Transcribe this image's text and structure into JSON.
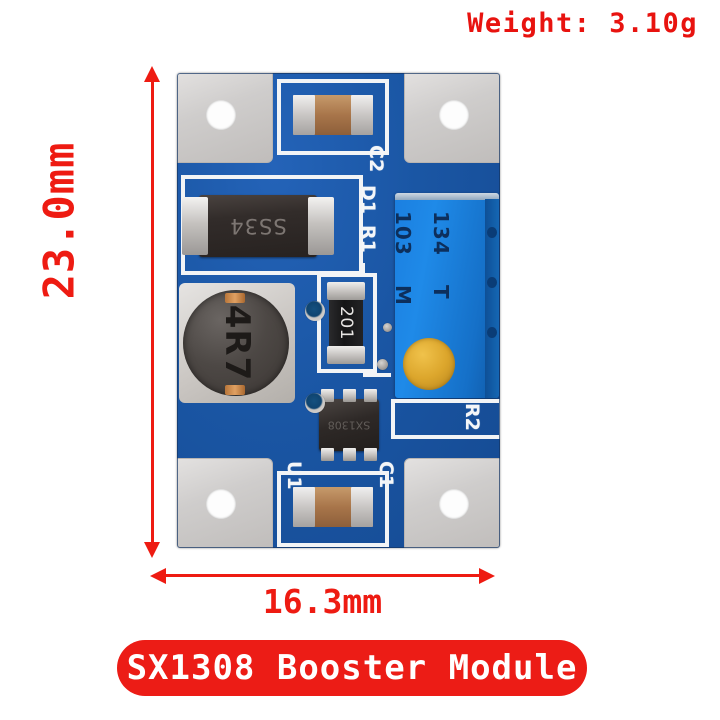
{
  "annotations": {
    "weight_label": "Weight: 3.10g",
    "height_dimension": "23.0mm",
    "width_dimension": "16.3mm",
    "accent_color": "#ee1b12",
    "banner_color": "#ec1c16",
    "banner_text_color": "#ffffff"
  },
  "banner": {
    "title": "SX1308 Booster Module"
  },
  "board": {
    "solder_mask_color": "#1a56a4",
    "silkscreen_color": "#f2f4f6",
    "pad_color": "#cfcdcc",
    "silkscreen": {
      "c2": "C2",
      "d1": "D1",
      "r1": "R1",
      "r2": "R2",
      "u1": "U1",
      "c1": "C1"
    },
    "components": {
      "diode_marking": "SS34",
      "inductor_marking": "4R7",
      "resistor_marking": "201",
      "ic_marking": "SX1308",
      "trimpot_marking_value": "103",
      "trimpot_marking_code": "134",
      "trimpot_marking_letter": "M",
      "trimpot_marking_t": "T",
      "trimpot_color": "#1f8ae8",
      "trimpot_screw_color": "#dca62c"
    }
  }
}
